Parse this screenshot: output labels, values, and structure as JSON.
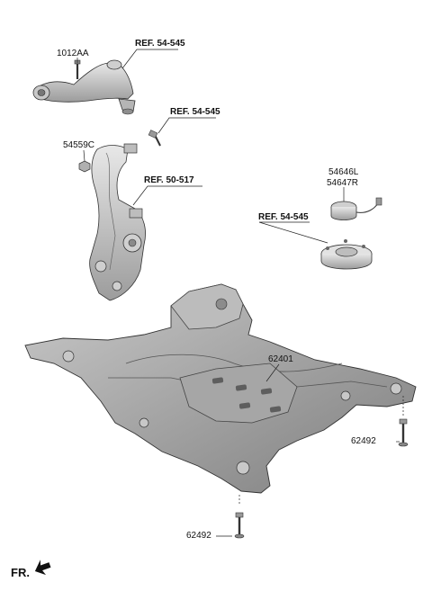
{
  "labels": {
    "upper_arm_bolt": "1012AA",
    "upper_arm_ref": "REF. 54-545",
    "knuckle_bolt_ref": "REF. 54-545",
    "knuckle_nut": "54559C",
    "knuckle_ref": "REF. 50-517",
    "sensor_left": "54646L",
    "sensor_right": "54647R",
    "strut_mount_ref": "REF. 54-545",
    "subframe": "62401",
    "subframe_bolt_right": "62492",
    "subframe_bolt_bottom": "62492",
    "front_indicator": "FR."
  },
  "colors": {
    "ink": "#1a1a1a",
    "part_fill": "#d9d9d9",
    "part_dark": "#9a9a9a",
    "part_light": "#efefef"
  }
}
